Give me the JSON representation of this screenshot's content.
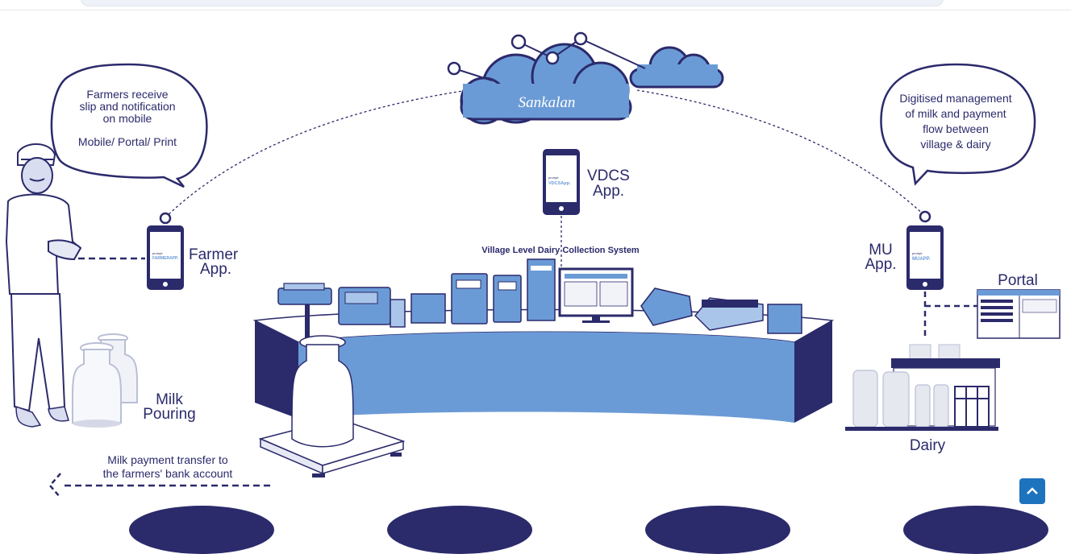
{
  "farmer_bubble": {
    "line1": "Farmers receive",
    "line2": "slip and notification",
    "line3": "on mobile",
    "line4": "Mobile/ Portal/ Print"
  },
  "dairy_bubble": {
    "line1": "Digitised management",
    "line2": "of milk and payment",
    "line3": "flow between",
    "line4": "village & dairy"
  },
  "brand": {
    "logo_text": "Sankalan"
  },
  "apps": {
    "farmer": {
      "line1": "Farmer",
      "line2": "App.",
      "screen_small": "prompt",
      "screen_main": "FARMERAPP."
    },
    "vdcs": {
      "line1": "VDCS",
      "line2": "App.",
      "screen_small": "prompt",
      "screen_main": "VDCSApp."
    },
    "mu": {
      "line1": "MU",
      "line2": "App.",
      "screen_small": "prompt",
      "screen_main": "MUAPP."
    }
  },
  "labels": {
    "collection_system": "Village Level Dairy Collection System",
    "milk_pouring_1": "Milk",
    "milk_pouring_2": "Pouring",
    "payment_1": "Milk payment transfer to",
    "payment_2": "the farmers' bank account",
    "portal": "Portal",
    "dairy": "Dairy"
  },
  "colors": {
    "navy": "#2b2a6b",
    "blue": "#6b9bd6",
    "light_blue": "#a9c6ea",
    "scroll_button": "#1e73be"
  },
  "icons": {
    "scroll_top": "chevron-up-icon"
  }
}
